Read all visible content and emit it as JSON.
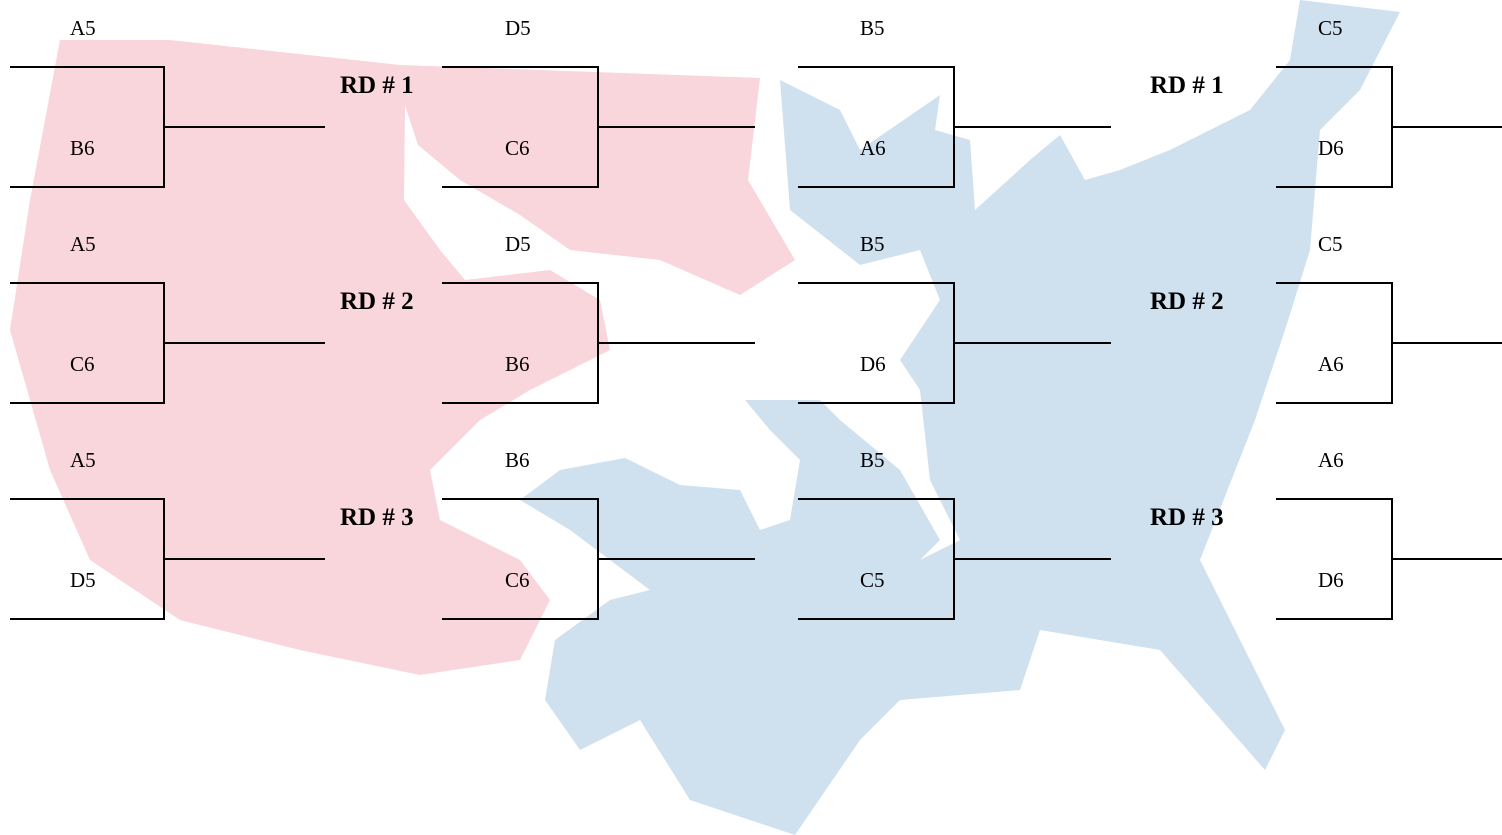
{
  "brackets": {
    "west": {
      "rounds": [
        {
          "label": "RD # 1",
          "matchups": [
            {
              "top": "A5",
              "bottom": "B6"
            },
            {
              "top": "D5",
              "bottom": "C6"
            }
          ]
        },
        {
          "label": "RD # 2",
          "matchups": [
            {
              "top": "A5",
              "bottom": "C6"
            },
            {
              "top": "D5",
              "bottom": "B6"
            }
          ]
        },
        {
          "label": "RD # 3",
          "matchups": [
            {
              "top": "A5",
              "bottom": "D5"
            },
            {
              "top": "B6",
              "bottom": "C6"
            }
          ]
        }
      ]
    },
    "east": {
      "rounds": [
        {
          "label": "RD # 1",
          "matchups": [
            {
              "top": "B5",
              "bottom": "A6"
            },
            {
              "top": "C5",
              "bottom": "D6"
            }
          ]
        },
        {
          "label": "RD # 2",
          "matchups": [
            {
              "top": "B5",
              "bottom": "D6"
            },
            {
              "top": "C5",
              "bottom": "A6"
            }
          ]
        },
        {
          "label": "RD # 3",
          "matchups": [
            {
              "top": "B5",
              "bottom": "C5"
            },
            {
              "top": "A6",
              "bottom": "D6"
            }
          ]
        }
      ]
    }
  },
  "colors": {
    "west_region": "#f9d5dc",
    "east_region": "#cfe0ef",
    "lines": "#000000"
  }
}
